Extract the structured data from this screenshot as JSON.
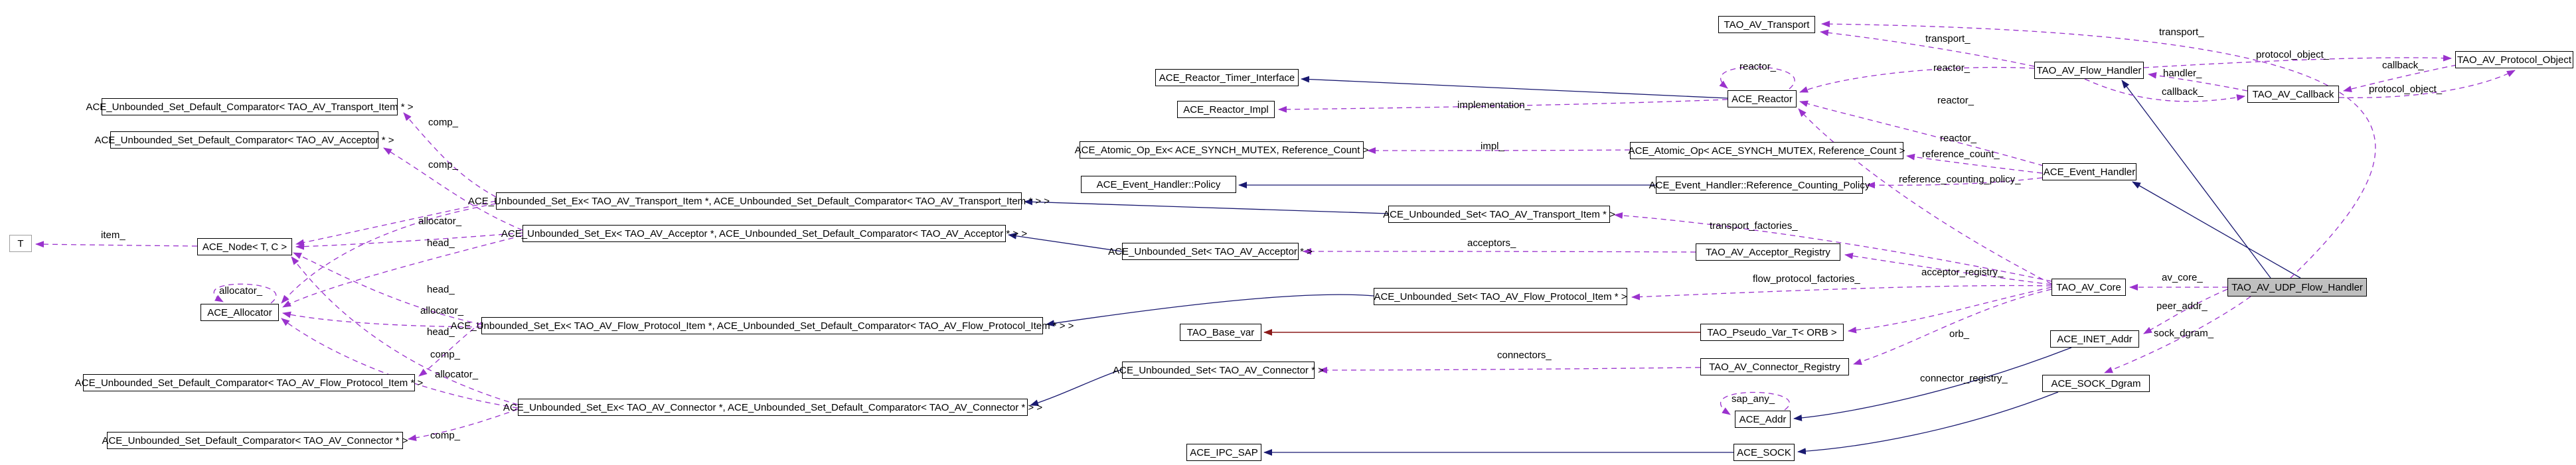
{
  "diagram": {
    "type": "doxygen-collaboration-graph",
    "highlighted_node": "TAO_AV_UDP_Flow_Handler",
    "colors": {
      "usage_edge": "#9a32cd",
      "inheritance_edge": "#191970",
      "protected_inheritance_edge": "#8b1a1a",
      "node_border": "#000000",
      "node_fill": "#ffffff",
      "highlight_fill": "#bfbfbf",
      "template_node_border": "#9e9e9e"
    }
  },
  "nodes": [
    {
      "label": "T"
    },
    {
      "label": "ACE_Unbounded_Set_Default_Comparator< TAO_AV_Transport_Item * >"
    },
    {
      "label": "ACE_Unbounded_Set_Default_Comparator< TAO_AV_Acceptor * >"
    },
    {
      "label": "ACE_Node< T, C >"
    },
    {
      "label": "ACE_Allocator"
    },
    {
      "label": "ACE_Unbounded_Set_Default_Comparator< TAO_AV_Flow_Protocol_Item * >"
    },
    {
      "label": "ACE_Unbounded_Set_Default_Comparator< TAO_AV_Connector * >"
    },
    {
      "label": "ACE_Unbounded_Set_Ex< TAO_AV_Transport_Item *, ACE_Unbounded_Set_Default_Comparator< TAO_AV_Transport_Item * > >"
    },
    {
      "label": "ACE_Unbounded_Set_Ex< TAO_AV_Acceptor *, ACE_Unbounded_Set_Default_Comparator< TAO_AV_Acceptor * > >"
    },
    {
      "label": "ACE_Unbounded_Set_Ex< TAO_AV_Flow_Protocol_Item *, ACE_Unbounded_Set_Default_Comparator< TAO_AV_Flow_Protocol_Item * > >"
    },
    {
      "label": "ACE_Unbounded_Set_Ex< TAO_AV_Connector *, ACE_Unbounded_Set_Default_Comparator< TAO_AV_Connector * > >"
    },
    {
      "label": "ACE_Reactor_Timer_Interface"
    },
    {
      "label": "ACE_Reactor_Impl"
    },
    {
      "label": "ACE_Atomic_Op_Ex< ACE_SYNCH_MUTEX, Reference_Count >"
    },
    {
      "label": "ACE_Event_Handler::Policy"
    },
    {
      "label": "ACE_Unbounded_Set< TAO_AV_Transport_Item * >"
    },
    {
      "label": "ACE_Unbounded_Set< TAO_AV_Acceptor * >"
    },
    {
      "label": "ACE_Unbounded_Set< TAO_AV_Flow_Protocol_Item * >"
    },
    {
      "label": "TAO_Base_var"
    },
    {
      "label": "ACE_Unbounded_Set< TAO_AV_Connector * >"
    },
    {
      "label": "ACE_IPC_SAP"
    },
    {
      "label": "TAO_AV_Transport"
    },
    {
      "label": "ACE_Reactor"
    },
    {
      "label": "ACE_Atomic_Op< ACE_SYNCH_MUTEX, Reference_Count >"
    },
    {
      "label": "ACE_Event_Handler::Reference_Counting_Policy"
    },
    {
      "label": "TAO_AV_Acceptor_Registry"
    },
    {
      "label": "TAO_Pseudo_Var_T< ORB >"
    },
    {
      "label": "TAO_AV_Connector_Registry"
    },
    {
      "label": "ACE_Addr"
    },
    {
      "label": "ACE_SOCK"
    },
    {
      "label": "TAO_AV_Flow_Handler"
    },
    {
      "label": "ACE_Event_Handler"
    },
    {
      "label": "TAO_AV_Core"
    },
    {
      "label": "ACE_INET_Addr"
    },
    {
      "label": "ACE_SOCK_Dgram"
    },
    {
      "label": "TAO_AV_Callback"
    },
    {
      "label": "TAO_AV_UDP_Flow_Handler"
    },
    {
      "label": "TAO_AV_Protocol_Object"
    }
  ],
  "edge_labels": [
    {
      "text": "item_"
    },
    {
      "text": "comp_"
    },
    {
      "text": "comp_"
    },
    {
      "text": "allocator_"
    },
    {
      "text": "head_"
    },
    {
      "text": "head_"
    },
    {
      "text": "allocator_"
    },
    {
      "text": "head_"
    },
    {
      "text": "allocator_"
    },
    {
      "text": "comp_"
    },
    {
      "text": "comp_"
    },
    {
      "text": "allocator_"
    },
    {
      "text": "implementation_"
    },
    {
      "text": "impl_"
    },
    {
      "text": "reactor_"
    },
    {
      "text": "transport_"
    },
    {
      "text": "reactor_"
    },
    {
      "text": "reactor_"
    },
    {
      "text": "reactor_"
    },
    {
      "text": "reference_count_"
    },
    {
      "text": "reference_counting_policy_"
    },
    {
      "text": "transport_factories_"
    },
    {
      "text": "acceptors_"
    },
    {
      "text": "acceptor_registry_"
    },
    {
      "text": "flow_protocol_factories_"
    },
    {
      "text": "orb_"
    },
    {
      "text": "connector_registry_"
    },
    {
      "text": "connectors_"
    },
    {
      "text": "sap_any_"
    },
    {
      "text": "transport_"
    },
    {
      "text": "protocol_object_"
    },
    {
      "text": "callback_"
    },
    {
      "text": "handler_"
    },
    {
      "text": "callback_"
    },
    {
      "text": "protocol_object_"
    },
    {
      "text": "av_core_"
    },
    {
      "text": "peer_addr_"
    },
    {
      "text": "sock_dgram_"
    }
  ]
}
